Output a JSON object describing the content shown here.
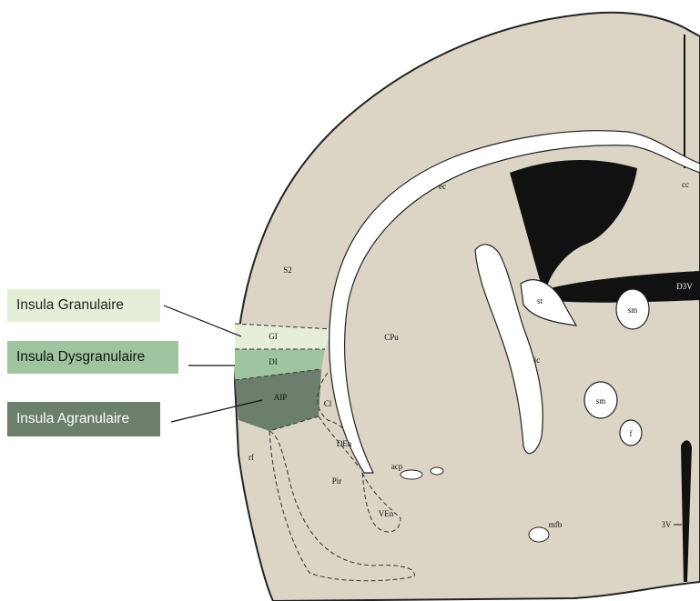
{
  "legend": {
    "granular": {
      "label": "Insula Granulaire",
      "color": "#e6eed8"
    },
    "dysgranular": {
      "label": "Insula Dysgranulaire",
      "color": "#9fc59e"
    },
    "agranular": {
      "label": "Insula Agranulaire",
      "color": "#6b7f6c"
    }
  },
  "atlas_labels": {
    "S2": "S2",
    "GI": "GI",
    "DI": "DI",
    "AIP": "AIP",
    "CPu": "CPu",
    "Cl": "Cl",
    "DEn": "DEn",
    "Pir": "Pir",
    "VEn": "VEn",
    "rf": "rf",
    "ec": "ec",
    "cc": "cc",
    "st": "st",
    "ic": "ic",
    "sm_upper": "sm",
    "sm_lower": "sm",
    "f": "f",
    "acp": "acp",
    "mfb": "mfb",
    "D3V": "D3V",
    "3V": "3V"
  },
  "colors": {
    "tissue": "#dcd5c6",
    "ventricle": "#111111",
    "white_matter": "#ffffff",
    "outline": "#222222"
  }
}
